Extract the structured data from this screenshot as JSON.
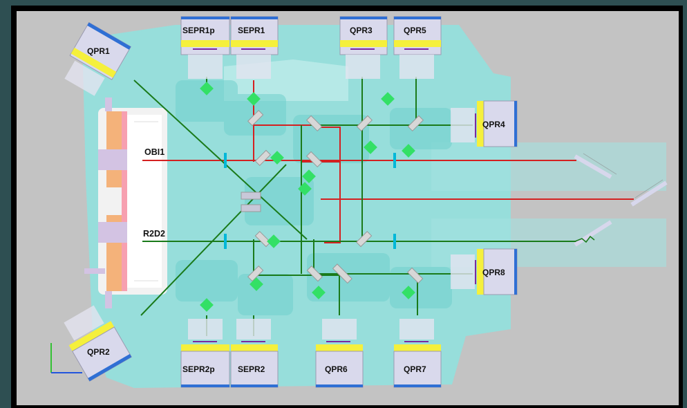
{
  "modules": {
    "qpr1": "QPR1",
    "qpr2": "QPR2",
    "qpr3": "QPR3",
    "qpr4": "QPR4",
    "qpr5": "QPR5",
    "qpr6": "QPR6",
    "qpr7": "QPR7",
    "qpr8": "QPR8",
    "sepr1p": "SEPR1p",
    "sepr1": "SEPR1",
    "sepr2p": "SEPR2p",
    "sepr2": "SEPR2"
  },
  "beams": {
    "obi1": "OBI1",
    "r2d2": "R2D2"
  },
  "colors": {
    "red_beam": "#d42020",
    "green_beam": "#1a7a1a",
    "optics_bench": "#8fe3e0",
    "module_body": "#d9d9ec",
    "module_yellow": "#f5f03c",
    "module_blue": "#2f6fd4",
    "background": "#c3c3c3"
  }
}
